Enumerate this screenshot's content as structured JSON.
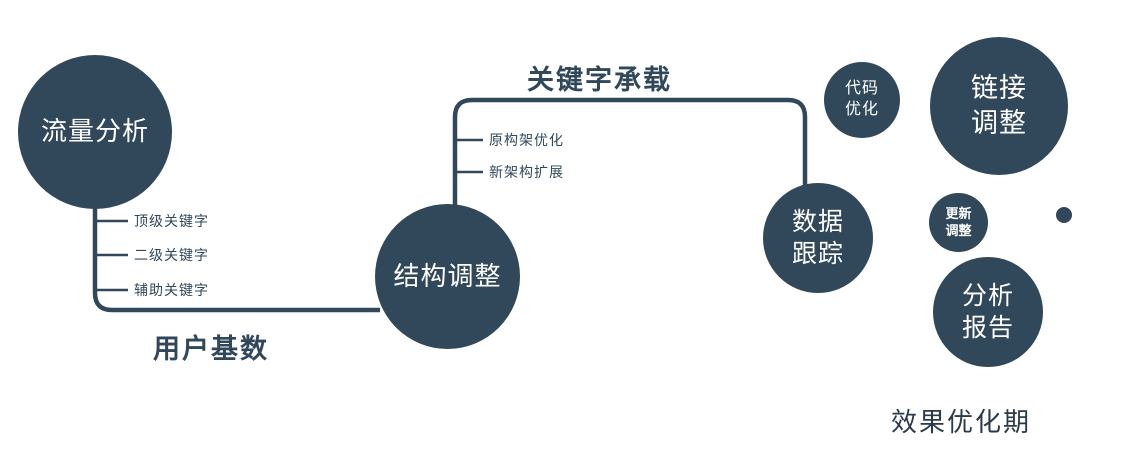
{
  "diagram": {
    "nodes": {
      "traffic": {
        "label": "流量分析"
      },
      "structure": {
        "label": "结构调整"
      },
      "tracking": {
        "label": "数据\n跟踪"
      },
      "code": {
        "label": "代码\n优化"
      },
      "link": {
        "label": "链接\n调整"
      },
      "update": {
        "label": "更新\n调整"
      },
      "report": {
        "label": "分析\n报告"
      }
    },
    "edge_labels": {
      "user_base": "用户基数",
      "keyword_bearing": "关键字承载"
    },
    "branches": {
      "traffic": [
        "顶级关键字",
        "二级关键字",
        "辅助关键字"
      ],
      "structure": [
        "原构架优化",
        "新架构扩展"
      ]
    },
    "caption": "效果优化期",
    "colors": {
      "node_fill": "#31485A",
      "line": "#31485A",
      "node_text": "#FFFFFF",
      "label_text": "#31485A"
    }
  }
}
